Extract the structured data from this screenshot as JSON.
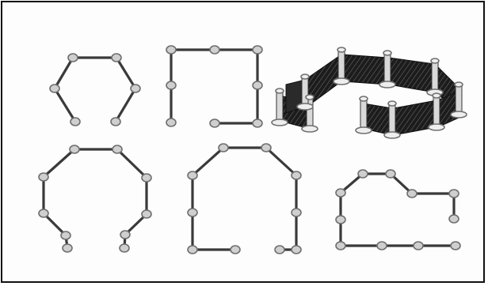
{
  "figure": {
    "background": "#fdfdfd",
    "border_color": "#111111",
    "rail_color": "#3a3a3a",
    "post_fill": "#cfcfcf",
    "post_stroke": "#6f6f6f",
    "panel_color": "#1c1c1c"
  },
  "layouts": [
    {
      "name": "six-post-open-hexagon"
    },
    {
      "name": "seven-post-open-square"
    },
    {
      "name": "crowd-control-barrier-illustration"
    },
    {
      "name": "ten-post-open-octagon"
    },
    {
      "name": "ten-post-open-arch"
    },
    {
      "name": "ten-post-stepped-run"
    }
  ]
}
